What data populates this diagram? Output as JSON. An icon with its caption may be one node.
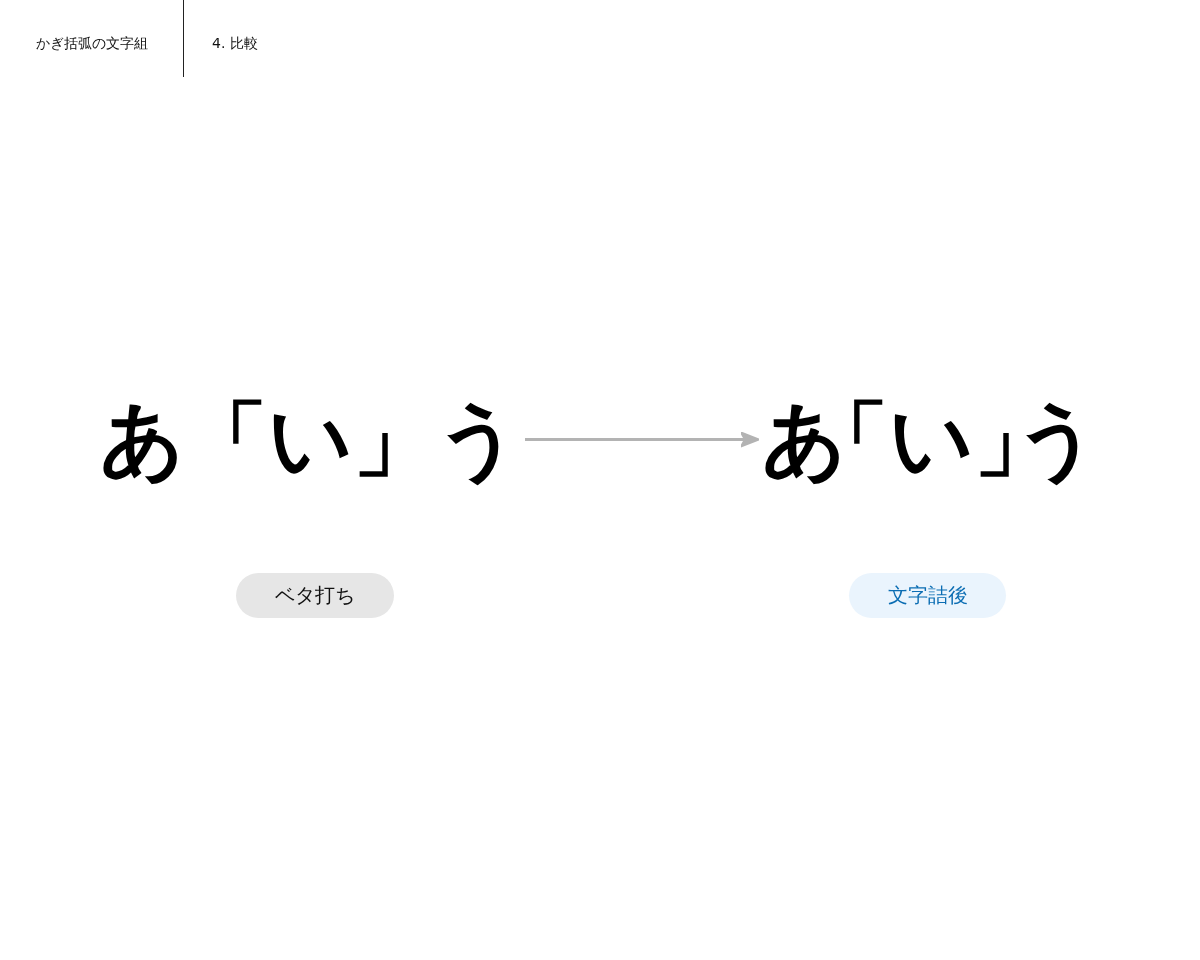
{
  "diagram": {
    "title": "かぎ括弧の文字組",
    "nodes": [
      {
        "text": [
          "あ「い」う"
        ]
      },
      {
        "text": [
          "あ「い」う"
        ]
      },
      {
        "text": [
          "ベタ打ち"
        ]
      },
      {
        "text": [
          "文字詰後"
        ]
      }
    ],
    "edges": [
      {
        "from": 0,
        "to": 1,
        "arrow": "to"
      }
    ],
    "labels": [
      "4. 比較"
    ]
  }
}
